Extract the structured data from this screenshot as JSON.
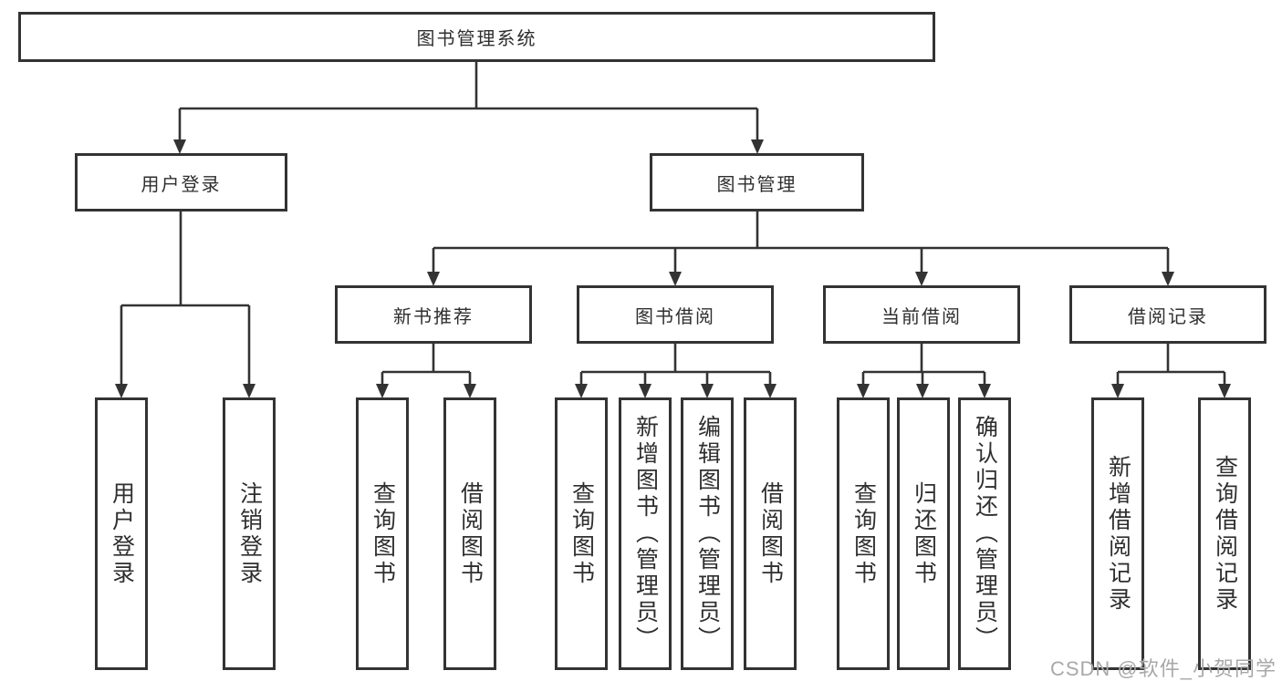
{
  "diagram_title": "图书管理系统",
  "nodes": {
    "root": "图书管理系统",
    "level2": [
      "用户登录",
      "图书管理"
    ],
    "level3": [
      "新书推荐",
      "图书借阅",
      "当前借阅",
      "借阅记录"
    ],
    "leaves": {
      "login": [
        "用户登录",
        "注销登录"
      ],
      "recommend": [
        "查询图书",
        "借阅图书"
      ],
      "borrow": [
        "查询图书",
        "新增图书（管理员）",
        "编辑图书（管理员）",
        "借阅图书"
      ],
      "current": [
        "查询图书",
        "归还图书",
        "确认归还（管理员）"
      ],
      "records": [
        "新增借阅记录",
        "查询借阅记录"
      ]
    }
  },
  "watermark": {
    "text": "CSDN @软件_小贺同学"
  },
  "colors": {
    "line": "#333333",
    "box_border": "#333333",
    "text": "#2f2f2f",
    "watermark": "#a8a8a8",
    "background": "#ffffff"
  }
}
